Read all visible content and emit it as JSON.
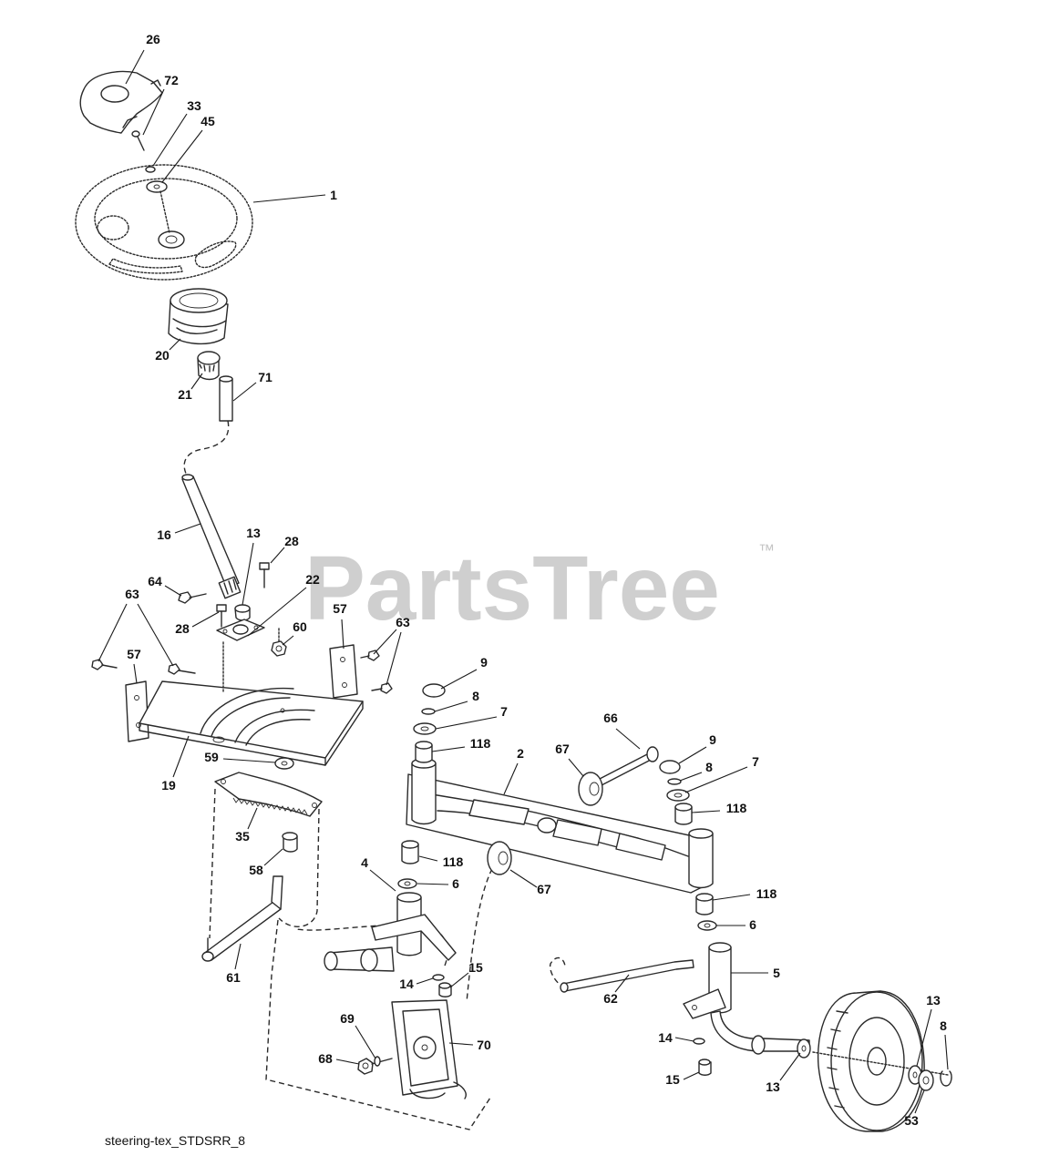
{
  "watermark": {
    "text": "PartsTree",
    "tm": "™"
  },
  "caption": "steering-tex_STDSRR_8",
  "callouts": [
    "26",
    "72",
    "33",
    "45",
    "1",
    "20",
    "21",
    "71",
    "16",
    "13",
    "28",
    "64",
    "22",
    "28",
    "63",
    "60",
    "57",
    "63",
    "57",
    "9",
    "8",
    "7",
    "118",
    "2",
    "66",
    "67",
    "9",
    "8",
    "7",
    "118",
    "19",
    "59",
    "35",
    "58",
    "4",
    "118",
    "6",
    "67",
    "118",
    "6",
    "5",
    "61",
    "14",
    "15",
    "62",
    "69",
    "70",
    "68",
    "14",
    "15",
    "13",
    "8",
    "13",
    "53"
  ]
}
